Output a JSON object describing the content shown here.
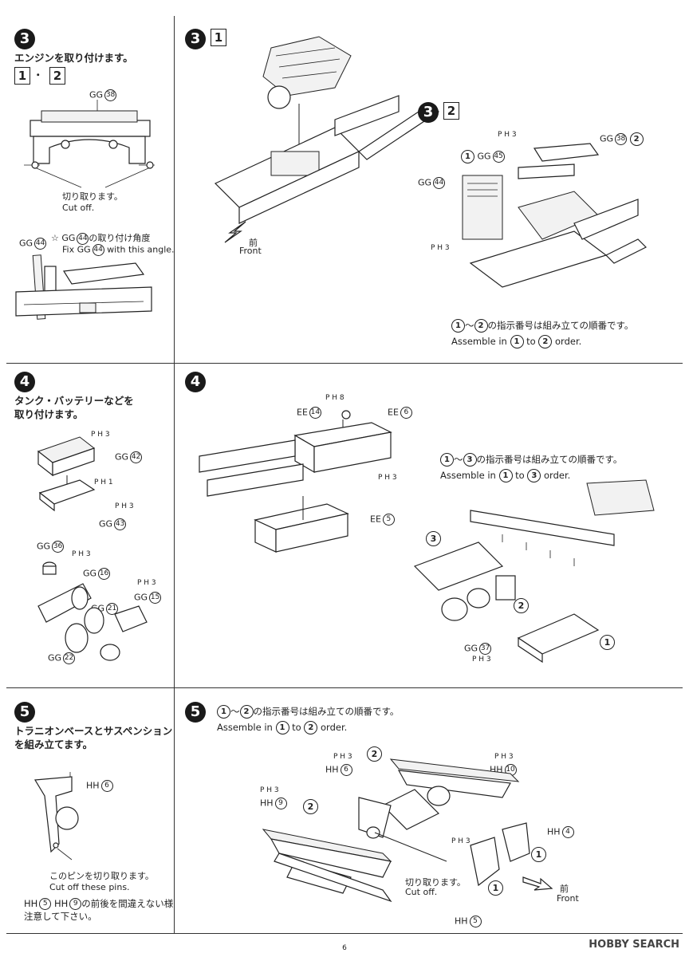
{
  "page_number": "6",
  "watermark": "HOBBY SEARCH",
  "step3_left": {
    "number": "3",
    "title": "エンジンを取り付けます。",
    "sub_boxes": [
      "1",
      "2"
    ],
    "sub_sep": "・",
    "part_gg38": "GG",
    "part_gg38_num": "38",
    "cut_jp": "切り取ります。",
    "cut_en": "Cut off.",
    "part_gg44": "GG",
    "part_gg44_num": "44",
    "angle_jp_a": "☆ GG",
    "angle_jp_num": "44",
    "angle_jp_b": "の取り付け角度",
    "angle_en_a": "Fix GG",
    "angle_en_num": "44",
    "angle_en_b": "with this angle."
  },
  "step3_1": {
    "number": "3",
    "box": "1",
    "front_jp": "前",
    "front_en": "Front"
  },
  "step3_2": {
    "number": "3",
    "box": "2",
    "labels": {
      "ph3_top": "P H 3",
      "gg38": "GG",
      "gg38_num": "38",
      "gg38_order": "2",
      "gg45_order": "1",
      "gg45": "GG",
      "gg45_num": "45",
      "gg44": "GG",
      "gg44_num": "44",
      "ph3_bottom": "P H 3"
    },
    "order_jp_a": "1",
    "order_jp_tilde": "〜",
    "order_jp_b": "2",
    "order_jp_text": "の指示番号は組み立ての順番です。",
    "order_en_a": "Assemble in",
    "order_en_1": "1",
    "order_en_to": "to",
    "order_en_2": "2",
    "order_en_b": "order."
  },
  "step4_left": {
    "number": "4",
    "title_line1": "タンク・バッテリーなどを",
    "title_line2": "取り付けます。",
    "labels": {
      "ph3_a": "P H 3",
      "gg42": "GG",
      "gg42_num": "42",
      "ph1": "P H 1",
      "ph3_b": "P H 3",
      "gg43": "GG",
      "gg43_num": "43",
      "gg36": "GG",
      "gg36_num": "36",
      "ph3_c": "P H 3",
      "gg16": "GG",
      "gg16_num": "16",
      "ph3_d": "P H 3",
      "gg15": "GG",
      "gg15_num": "15",
      "gg21": "GG",
      "gg21_num": "21",
      "gg22": "GG",
      "gg22_num": "22"
    }
  },
  "step4_main": {
    "number": "4",
    "labels": {
      "ph8": "P H 8",
      "ee14": "EE",
      "ee14_num": "14",
      "ee6": "EE",
      "ee6_num": "6",
      "ph3": "P H 3",
      "ee5": "EE",
      "ee5_num": "5",
      "gg37": "GG",
      "gg37_num": "37",
      "ph3_b": "P H 3"
    },
    "order_jp_a": "1",
    "order_jp_tilde": "〜",
    "order_jp_b": "3",
    "order_jp_text": "の指示番号は組み立ての順番です。",
    "order_en_a": "Assemble in",
    "order_en_1": "1",
    "order_en_to": "to",
    "order_en_3": "3",
    "order_en_b": "order.",
    "callout_3": "3",
    "callout_2": "2",
    "callout_1": "1"
  },
  "step5_left": {
    "number": "5",
    "title_line1": "トラニオンベースとサスペンション",
    "title_line2": "を組み立てます。",
    "hh6": "HH",
    "hh6_num": "6",
    "cut_jp": "このピンを切り取ります。",
    "cut_en": "Cut off these pins.",
    "note_hh5": "HH",
    "note_hh5_num": "5",
    "note_hh9": "HH",
    "note_hh9_num": "9",
    "note_line1_b": "の前後を間違えない様",
    "note_line2": "注意して下さい。"
  },
  "step5_main": {
    "number": "5",
    "order_jp_a": "1",
    "order_jp_tilde": "〜",
    "order_jp_b": "2",
    "order_jp_text": "の指示番号は組み立ての順番です。",
    "order_en_a": "Assemble in",
    "order_en_1": "1",
    "order_en_to": "to",
    "order_en_2": "2",
    "order_en_b": "order.",
    "labels": {
      "ph3_a": "P H 3",
      "hh6": "HH",
      "hh6_num": "6",
      "ph3_b": "P H 3",
      "hh10": "HH",
      "hh10_num": "10",
      "ph3_c": "P H 3",
      "hh9": "HH",
      "hh9_num": "9",
      "hh4": "HH",
      "hh4_num": "4",
      "ph3_d": "P H 3",
      "hh5": "HH",
      "hh5_num": "5",
      "cut_jp": "切り取ります。",
      "cut_en": "Cut off.",
      "front_jp": "前",
      "front_en": "Front",
      "order2_a": "2",
      "order2_b": "2",
      "order1_a": "1",
      "order1_b": "1"
    }
  }
}
